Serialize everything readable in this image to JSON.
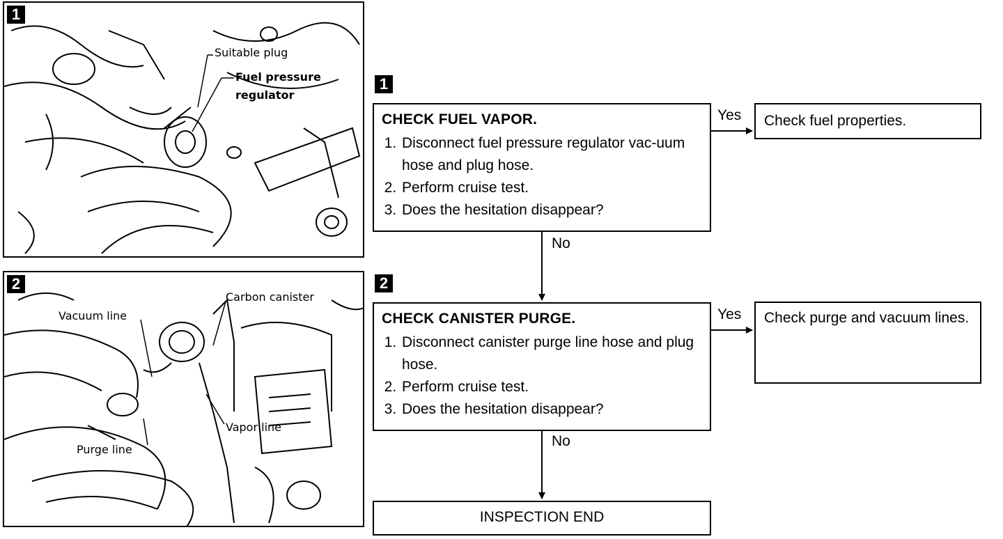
{
  "figure1": {
    "badge": "1",
    "callouts": [
      "Suitable plug",
      "Fuel pressure",
      "regulator"
    ]
  },
  "figure2": {
    "badge": "2",
    "callouts": [
      "Carbon canister",
      "Vacuum line",
      "Vapor line",
      "Purge line"
    ]
  },
  "flow": {
    "step1": {
      "badge": "1",
      "title": "CHECK FUEL VAPOR.",
      "items": [
        "Disconnect fuel pressure regulator vac-uum hose and plug hose.",
        "Perform cruise test.",
        "Does the hesitation disappear?"
      ],
      "yes_label": "Yes",
      "yes_result": "Check fuel properties.",
      "no_label": "No"
    },
    "step2": {
      "badge": "2",
      "title": "CHECK CANISTER PURGE.",
      "items": [
        "Disconnect canister purge line hose and plug hose.",
        "Perform cruise test.",
        "Does the hesitation disappear?"
      ],
      "yes_label": "Yes",
      "yes_result": "Check purge and vacuum lines.",
      "no_label": "No"
    },
    "end": "INSPECTION END"
  }
}
